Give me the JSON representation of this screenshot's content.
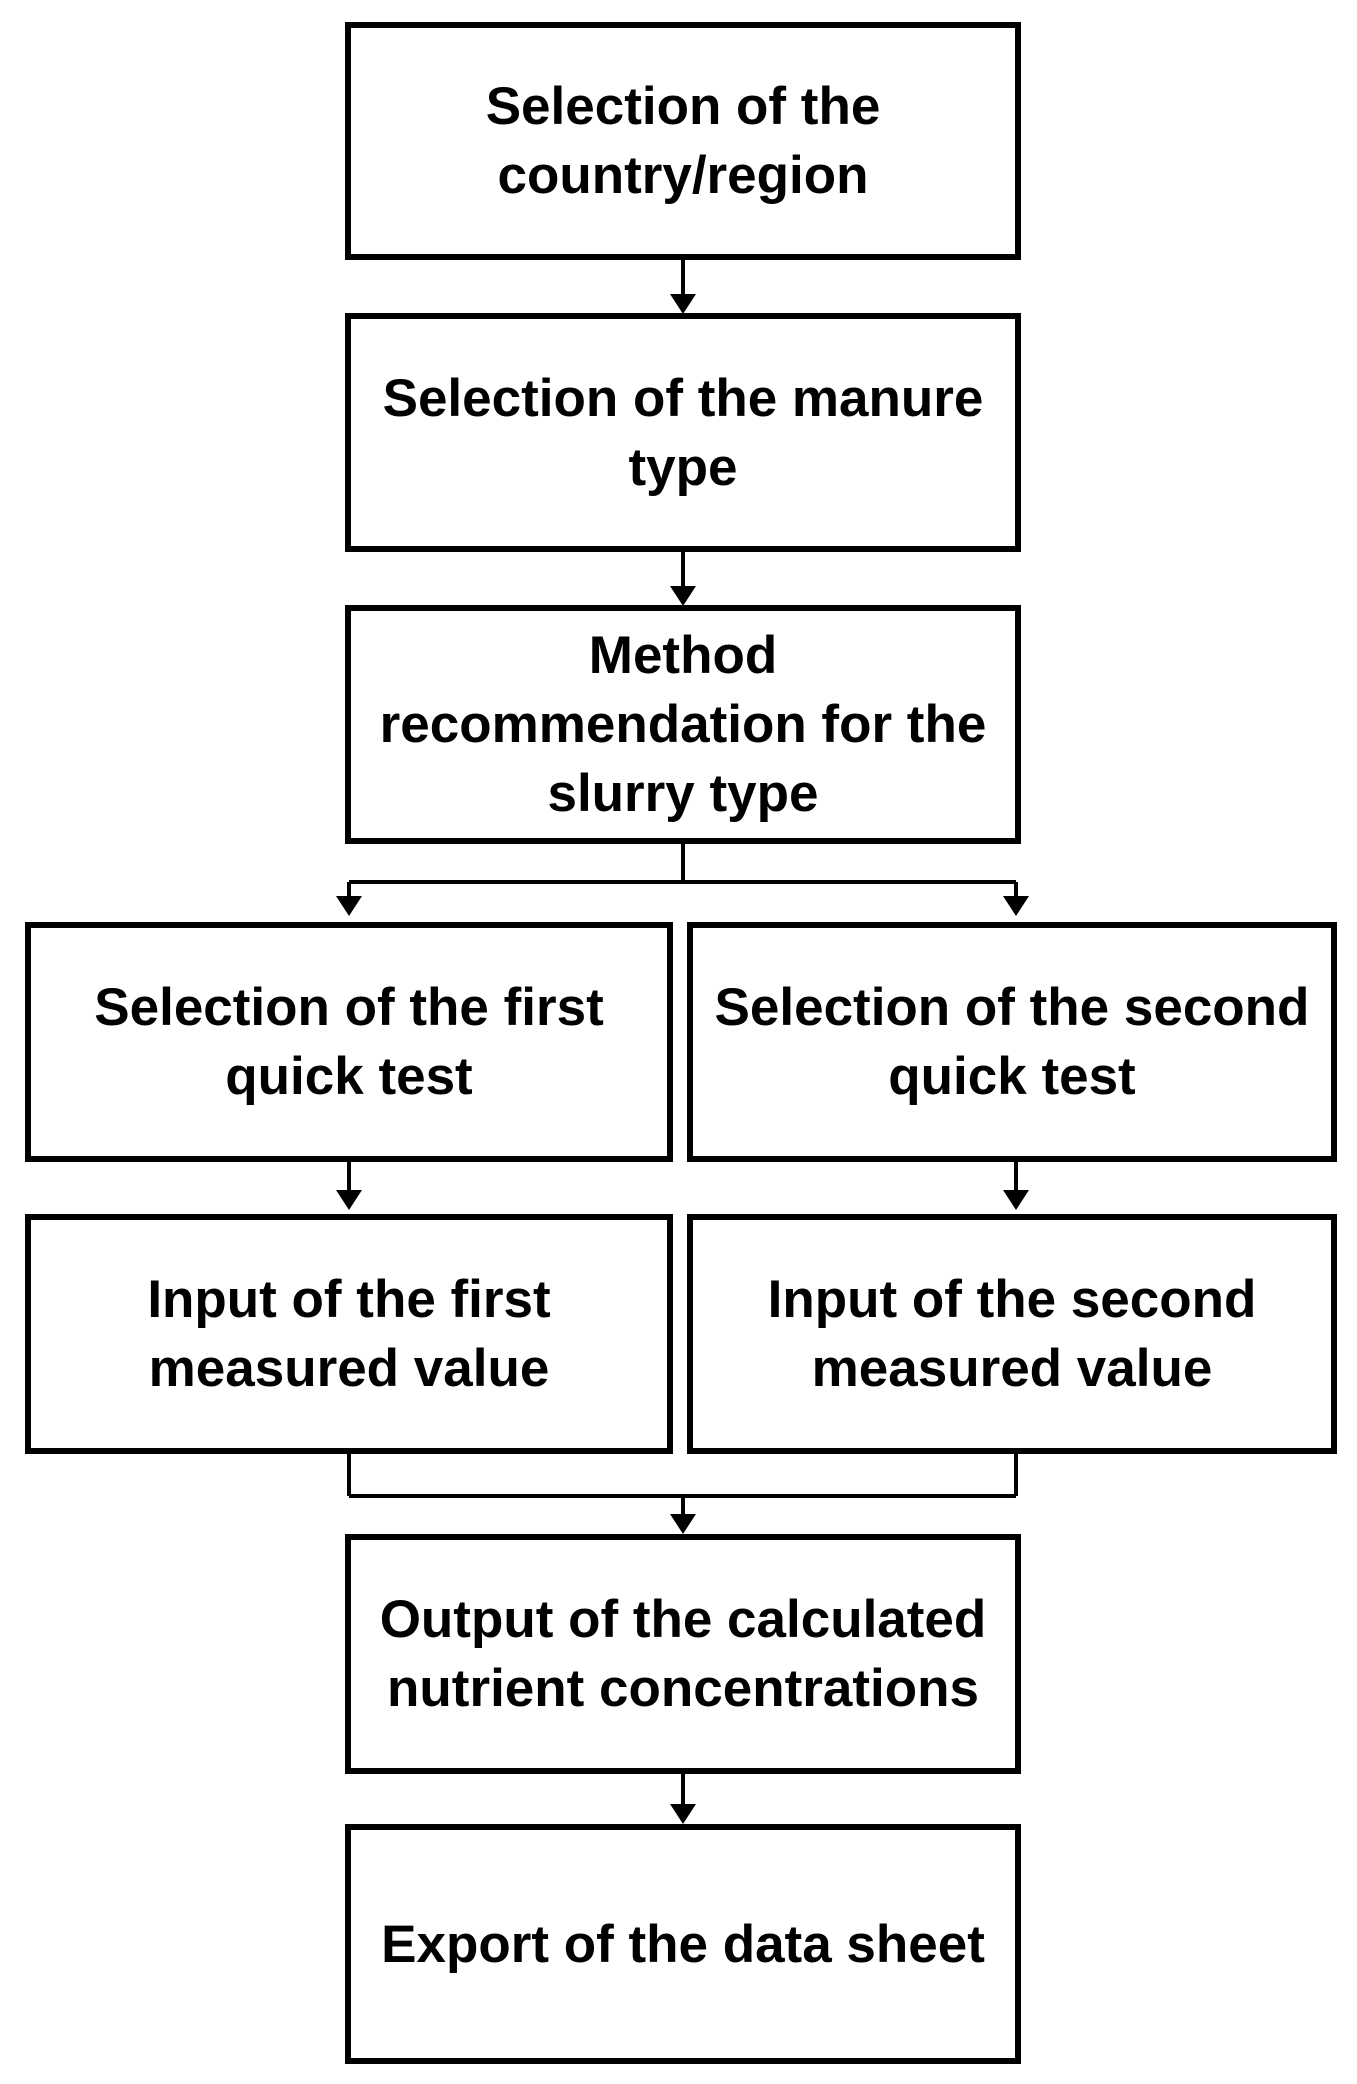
{
  "steps": {
    "country_region": "Selection of the country/region",
    "manure_type": "Selection of the manure type",
    "method_recommendation": "Method recommendation for the slurry type",
    "first_quick_test": "Selection of the first quick test",
    "second_quick_test": "Selection of the second quick test",
    "first_measured_value": "Input of the first measured value",
    "second_measured_value": "Input of the second measured value",
    "output_nutrients": "Output of the calculated nutrient concentrations",
    "export_data_sheet": "Export of the data sheet"
  },
  "colors": {
    "stroke": "#000000",
    "background": "#ffffff"
  }
}
